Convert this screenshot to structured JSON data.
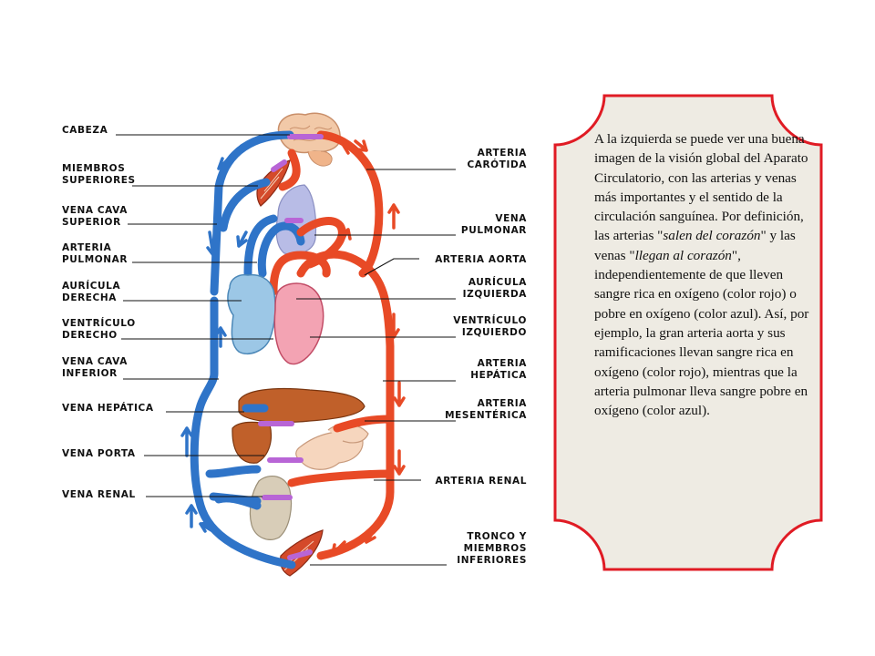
{
  "diagram": {
    "labels_left": [
      [
        "CABEZA"
      ],
      [
        "MIEMBROS",
        "SUPERIORES"
      ],
      [
        "VENA CAVA",
        "SUPERIOR"
      ],
      [
        "ARTERIA",
        "PULMONAR"
      ],
      [
        "AURÍCULA",
        "DERECHA"
      ],
      [
        "VENTRÍCULO",
        "DERECHO"
      ],
      [
        "VENA CAVA",
        "INFERIOR"
      ],
      [
        "VENA HEPÁTICA"
      ],
      [
        "VENA PORTA"
      ],
      [
        "VENA RENAL"
      ]
    ],
    "labels_right": [
      [
        "ARTERIA",
        "CARÓTIDA"
      ],
      [
        "VENA",
        "PULMONAR"
      ],
      [
        "ARTERIA AORTA"
      ],
      [
        "AURÍCULA",
        "IZQUIERDA"
      ],
      [
        "VENTRÍCULO",
        "IZQUIERDO"
      ],
      [
        "ARTERIA",
        "HEPÁTICA"
      ],
      [
        "ARTERIA",
        "MESENTÉRICA"
      ],
      [
        "ARTERIA RENAL"
      ],
      [
        "TRONCO Y",
        "MIEMBROS",
        "INFERIORES"
      ]
    ],
    "colors": {
      "vein": "#2f74c8",
      "artery": "#e84a26",
      "mixed": "#b865d6",
      "heart_right": "#9cc7e6",
      "heart_left": "#f3a3b3",
      "liver": "#c0602a"
    }
  },
  "card": {
    "border_color": "#e01b24",
    "fill_color": "#eeebe3",
    "segments": [
      {
        "t": "A la izquierda se puede ver una buena imagen  de la visión global del Aparato Circulatorio, con las arterias y venas más importantes y el sentido de la circulación sanguínea.  Por  definición, las arterias \"",
        "i": false
      },
      {
        "t": "salen del corazón",
        "i": true
      },
      {
        "t": "\" y las venas \"",
        "i": false
      },
      {
        "t": "llegan al corazón",
        "i": true
      },
      {
        "t": "\", independientemente de que lleven sangre rica en oxígeno (color rojo) o pobre en oxígeno (color azul). Así, por ejemplo, la gran arteria aorta y sus ramificaciones llevan sangre rica en oxígeno (color rojo), mientras que la arteria pulmonar lleva sangre pobre en oxígeno (color azul).",
        "i": false
      }
    ]
  }
}
